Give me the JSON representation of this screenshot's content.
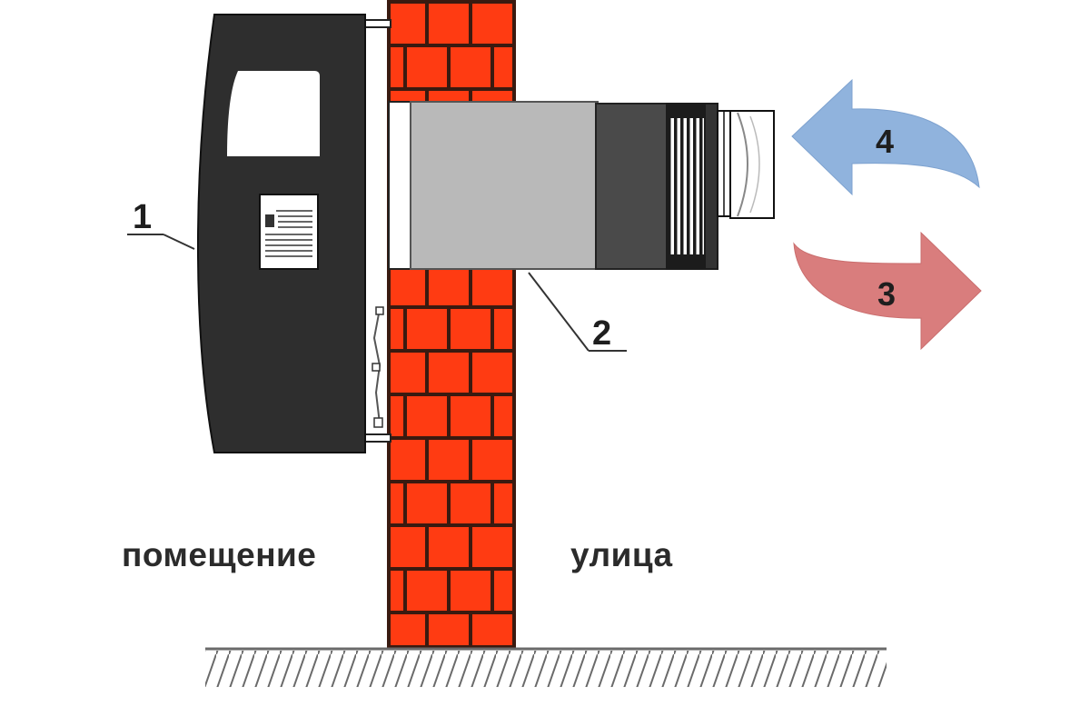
{
  "labels": {
    "room": "помещение",
    "street": "улица"
  },
  "callouts": {
    "unit": "1",
    "duct": "2",
    "supply_air": "3",
    "exhaust_air": "4"
  },
  "colors": {
    "brick": "#ff3b12",
    "mortar": "#3a1a10",
    "unit_body": "#2e2e2e",
    "duct": "#b9b9b9",
    "supply_arrow": "#d97d7d",
    "exhaust_arrow": "#90b3dd",
    "ground_hatch": "#6a6a6a"
  }
}
